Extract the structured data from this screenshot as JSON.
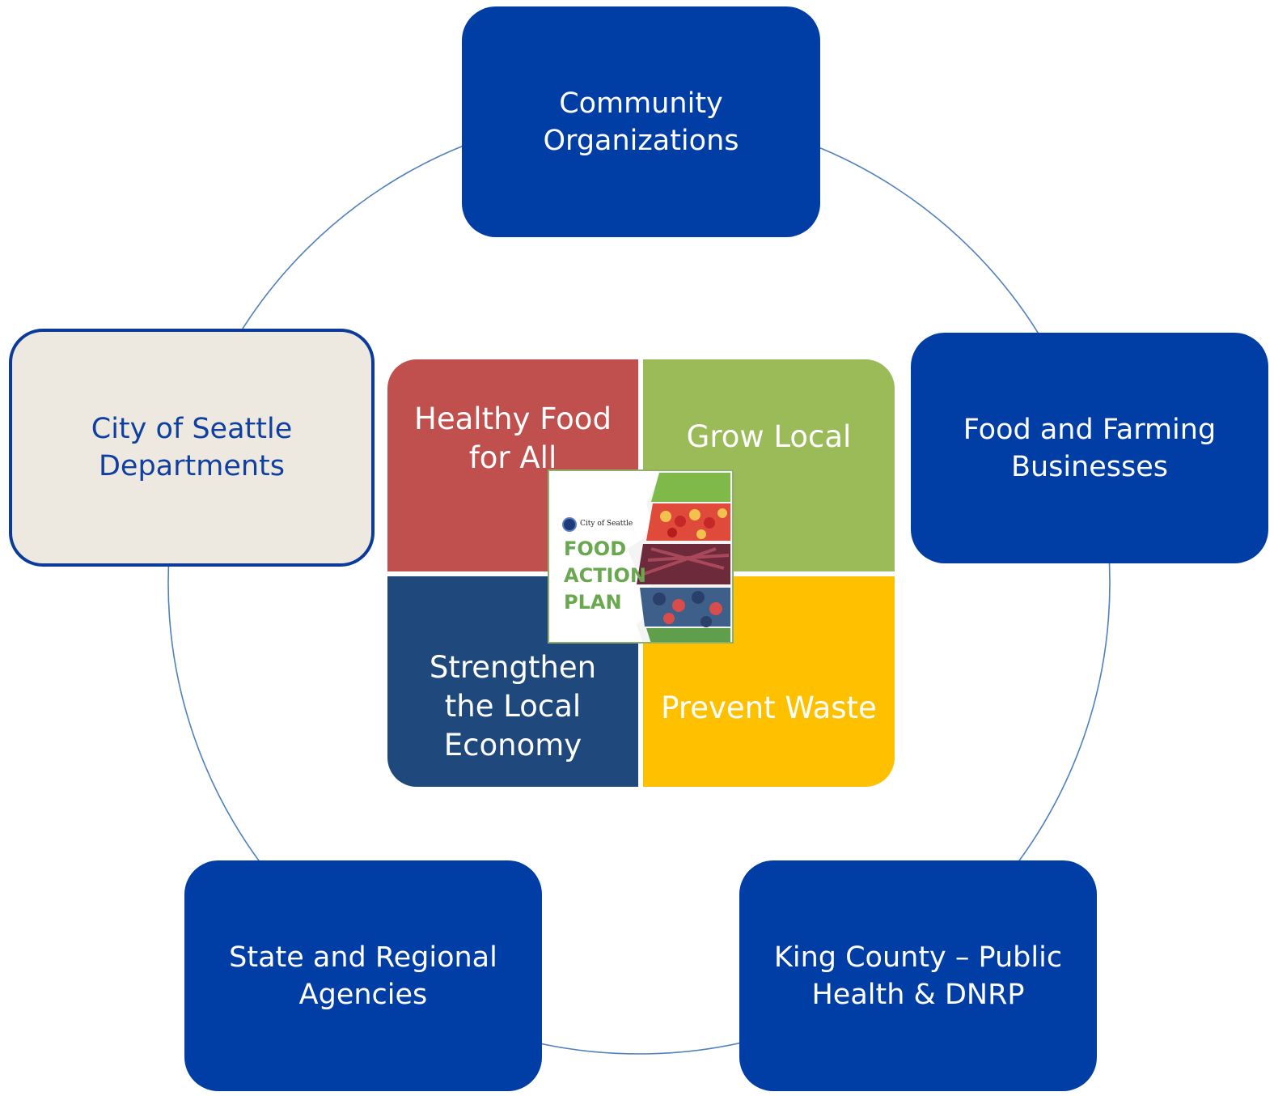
{
  "stakeholders": {
    "community": "Community\nOrganizations",
    "food_farming": "Food and Farming\nBusinesses",
    "king_county": "King County – Public\nHealth & DNRP",
    "state_regional": "State and Regional\nAgencies",
    "city_seattle": "City of Seattle\nDepartments"
  },
  "goals": {
    "healthy_food": "Healthy Food\nfor All",
    "grow_local": "Grow Local",
    "strengthen_economy": "Strengthen\nthe Local\nEconomy",
    "prevent_waste": "Prevent Waste"
  },
  "cover": {
    "city": "City of Seattle",
    "title": "FOOD\nACTION\nPLAN"
  },
  "colors": {
    "stakeholder_blue": "#003da5",
    "highlight_beige": "#ede9e0",
    "healthy_red": "#c0504d",
    "grow_green": "#9bbb59",
    "economy_navy": "#1f497d",
    "waste_gold": "#ffc000",
    "ring_line": "#4f81bd"
  }
}
